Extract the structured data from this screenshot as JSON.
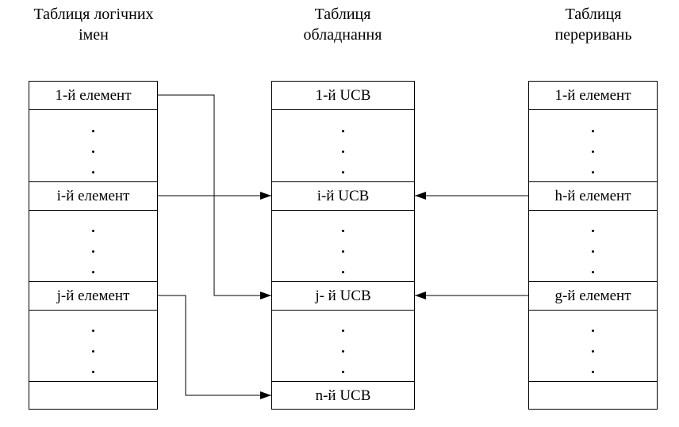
{
  "titles": {
    "logical": [
      "Таблиця логічних",
      "імен"
    ],
    "hardware": [
      "Таблиця",
      "обладнання"
    ],
    "interrupts": [
      "Таблиця",
      "переривань"
    ]
  },
  "tables": {
    "logical": {
      "rows": [
        "1-й елемент",
        "",
        "i-й елемент",
        "",
        "j-й елемент",
        "",
        ""
      ]
    },
    "hardware": {
      "rows": [
        "1-й UCB",
        "",
        "i-й UCB",
        "",
        "j- й UCB",
        "",
        "n-й UCB"
      ]
    },
    "interrupts": {
      "rows": [
        "1-й елемент",
        "",
        "h-й елемент",
        "",
        "g-й елемент",
        "",
        ""
      ]
    }
  }
}
